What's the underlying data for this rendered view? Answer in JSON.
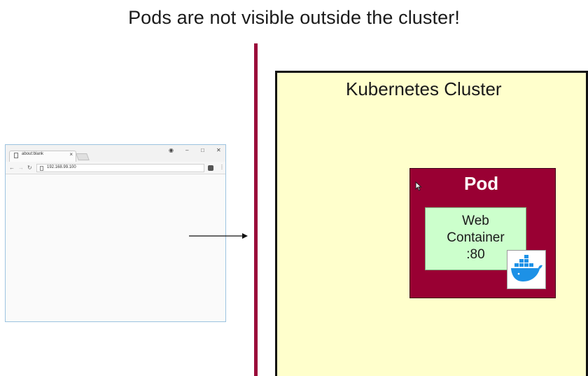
{
  "slide": {
    "title": "Pods are not visible outside the cluster!"
  },
  "browser": {
    "tab_label": "about:blank",
    "tab_close": "×",
    "url": "192.168.99.100",
    "icons": [
      "page-icon",
      "back-icon",
      "forward-icon",
      "reload-icon",
      "account-icon",
      "minimize-icon",
      "maximize-icon",
      "close-icon",
      "extension-icon",
      "menu-icon"
    ]
  },
  "cluster": {
    "label": "Kubernetes Cluster"
  },
  "pod": {
    "label": "Pod"
  },
  "container": {
    "line1": "Web",
    "line2": "Container",
    "line3": ":80"
  },
  "colors": {
    "divider": "#9a0a3a",
    "cluster_fill": "#ffffcc",
    "pod_fill": "#990033",
    "container_fill": "#ccffcc",
    "docker_blue": "#1d91e6"
  }
}
